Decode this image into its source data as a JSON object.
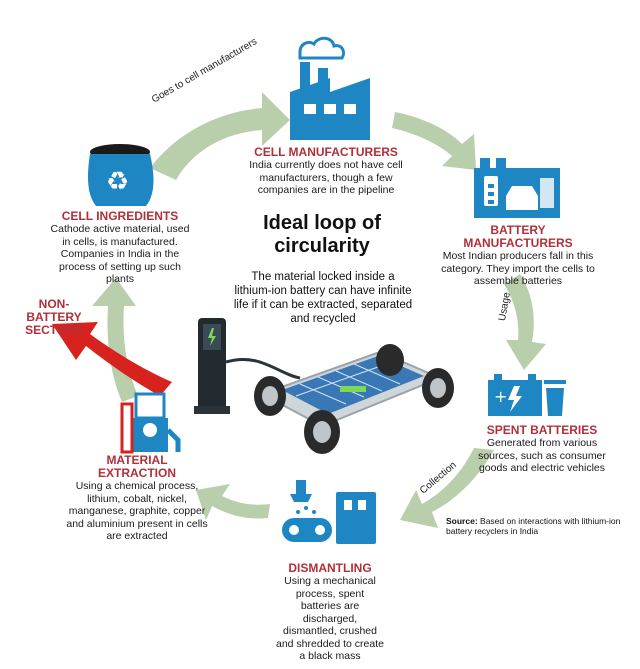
{
  "center": {
    "title": "Ideal loop of circularity",
    "text": "The material locked inside a lithium-ion battery can have infinite life if it can be extracted, separated and recycled"
  },
  "stages": {
    "cell_manufacturers": {
      "title": "CELL MANUFACTURERS",
      "text": "India currently does not have cell manufacturers, though a few companies are in the pipeline"
    },
    "battery_manufacturers": {
      "title": "BATTERY MANUFACTURERS",
      "text": "Most Indian producers fall in this category. They import the cells to assemble batteries"
    },
    "spent_batteries": {
      "title": "SPENT BATTERIES",
      "text": "Generated from various sources, such as consumer goods and electric vehicles"
    },
    "dismantling": {
      "title": "DISMANTLING",
      "text": "Using a mechanical process, spent batteries are discharged, dismantled, crushed and shredded to create a black mass"
    },
    "material_extraction": {
      "title": "MATERIAL EXTRACTION",
      "text": "Using a chemical process, lithium, cobalt, nickel, manganese, graphite, copper and aluminium present in cells are extracted"
    },
    "cell_ingredients": {
      "title": "CELL INGREDIENTS",
      "text": "Cathode active material, used in cells, is manufactured. Companies in India in the process of setting up such plants"
    },
    "non_battery": {
      "title": "NON-BATTERY SECTORS"
    }
  },
  "arrows": {
    "goes_to": "Goes to cell manufacturers",
    "usage": "Usage",
    "collection": "Collection"
  },
  "source": {
    "label": "Source:",
    "text": "Based on interactions with lithium-ion battery recyclers in India"
  },
  "colors": {
    "arrow_green": "#b9ceab",
    "arrow_red": "#d7221d",
    "icon_blue": "#1f86c4",
    "title_red": "#b0303a"
  }
}
